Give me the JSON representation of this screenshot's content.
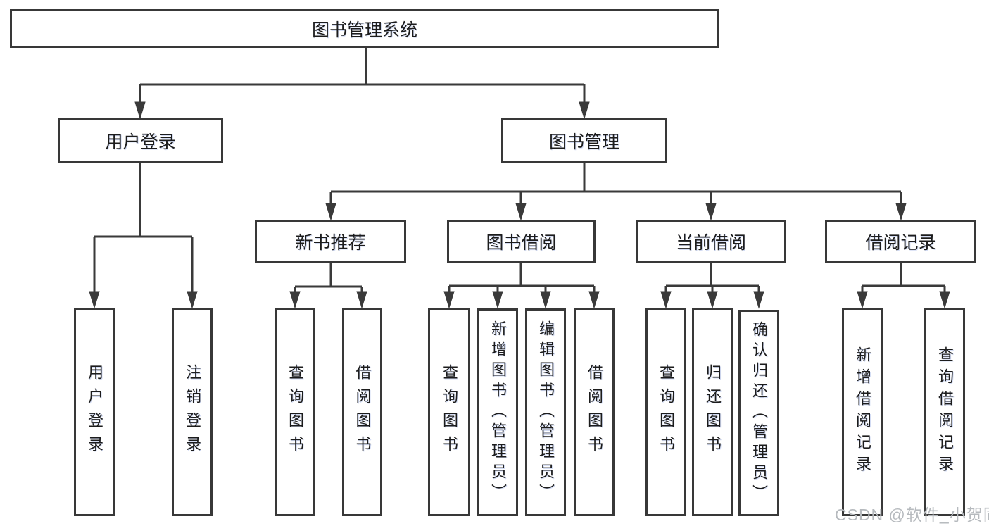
{
  "diagram": {
    "root_label": "图书管理系统",
    "branches": [
      {
        "label": "用户登录",
        "children": [
          {
            "label": "用户登录"
          },
          {
            "label": "注销登录"
          }
        ]
      },
      {
        "label": "图书管理",
        "children": [
          {
            "label": "新书推荐",
            "children": [
              {
                "label": "查询图书"
              },
              {
                "label": "借阅图书"
              }
            ]
          },
          {
            "label": "图书借阅",
            "children": [
              {
                "label": "查询图书"
              },
              {
                "label": "新增图书（管理员）"
              },
              {
                "label": "编辑图书（管理员）"
              },
              {
                "label": "借阅图书"
              }
            ]
          },
          {
            "label": "当前借阅",
            "children": [
              {
                "label": "查询图书"
              },
              {
                "label": "归还图书"
              },
              {
                "label": "确认归还（管理员）"
              }
            ]
          },
          {
            "label": "借阅记录",
            "children": [
              {
                "label": "新增借阅记录"
              },
              {
                "label": "查询借阅记录"
              }
            ]
          }
        ]
      }
    ]
  },
  "watermark": {
    "text": "CSDN @软件_小贺同学"
  },
  "colors": {
    "line": "#3a3a3a",
    "box_border": "#383838",
    "text": "#1c1c1c",
    "watermark": "#b6babe",
    "background": "#ffffff"
  }
}
